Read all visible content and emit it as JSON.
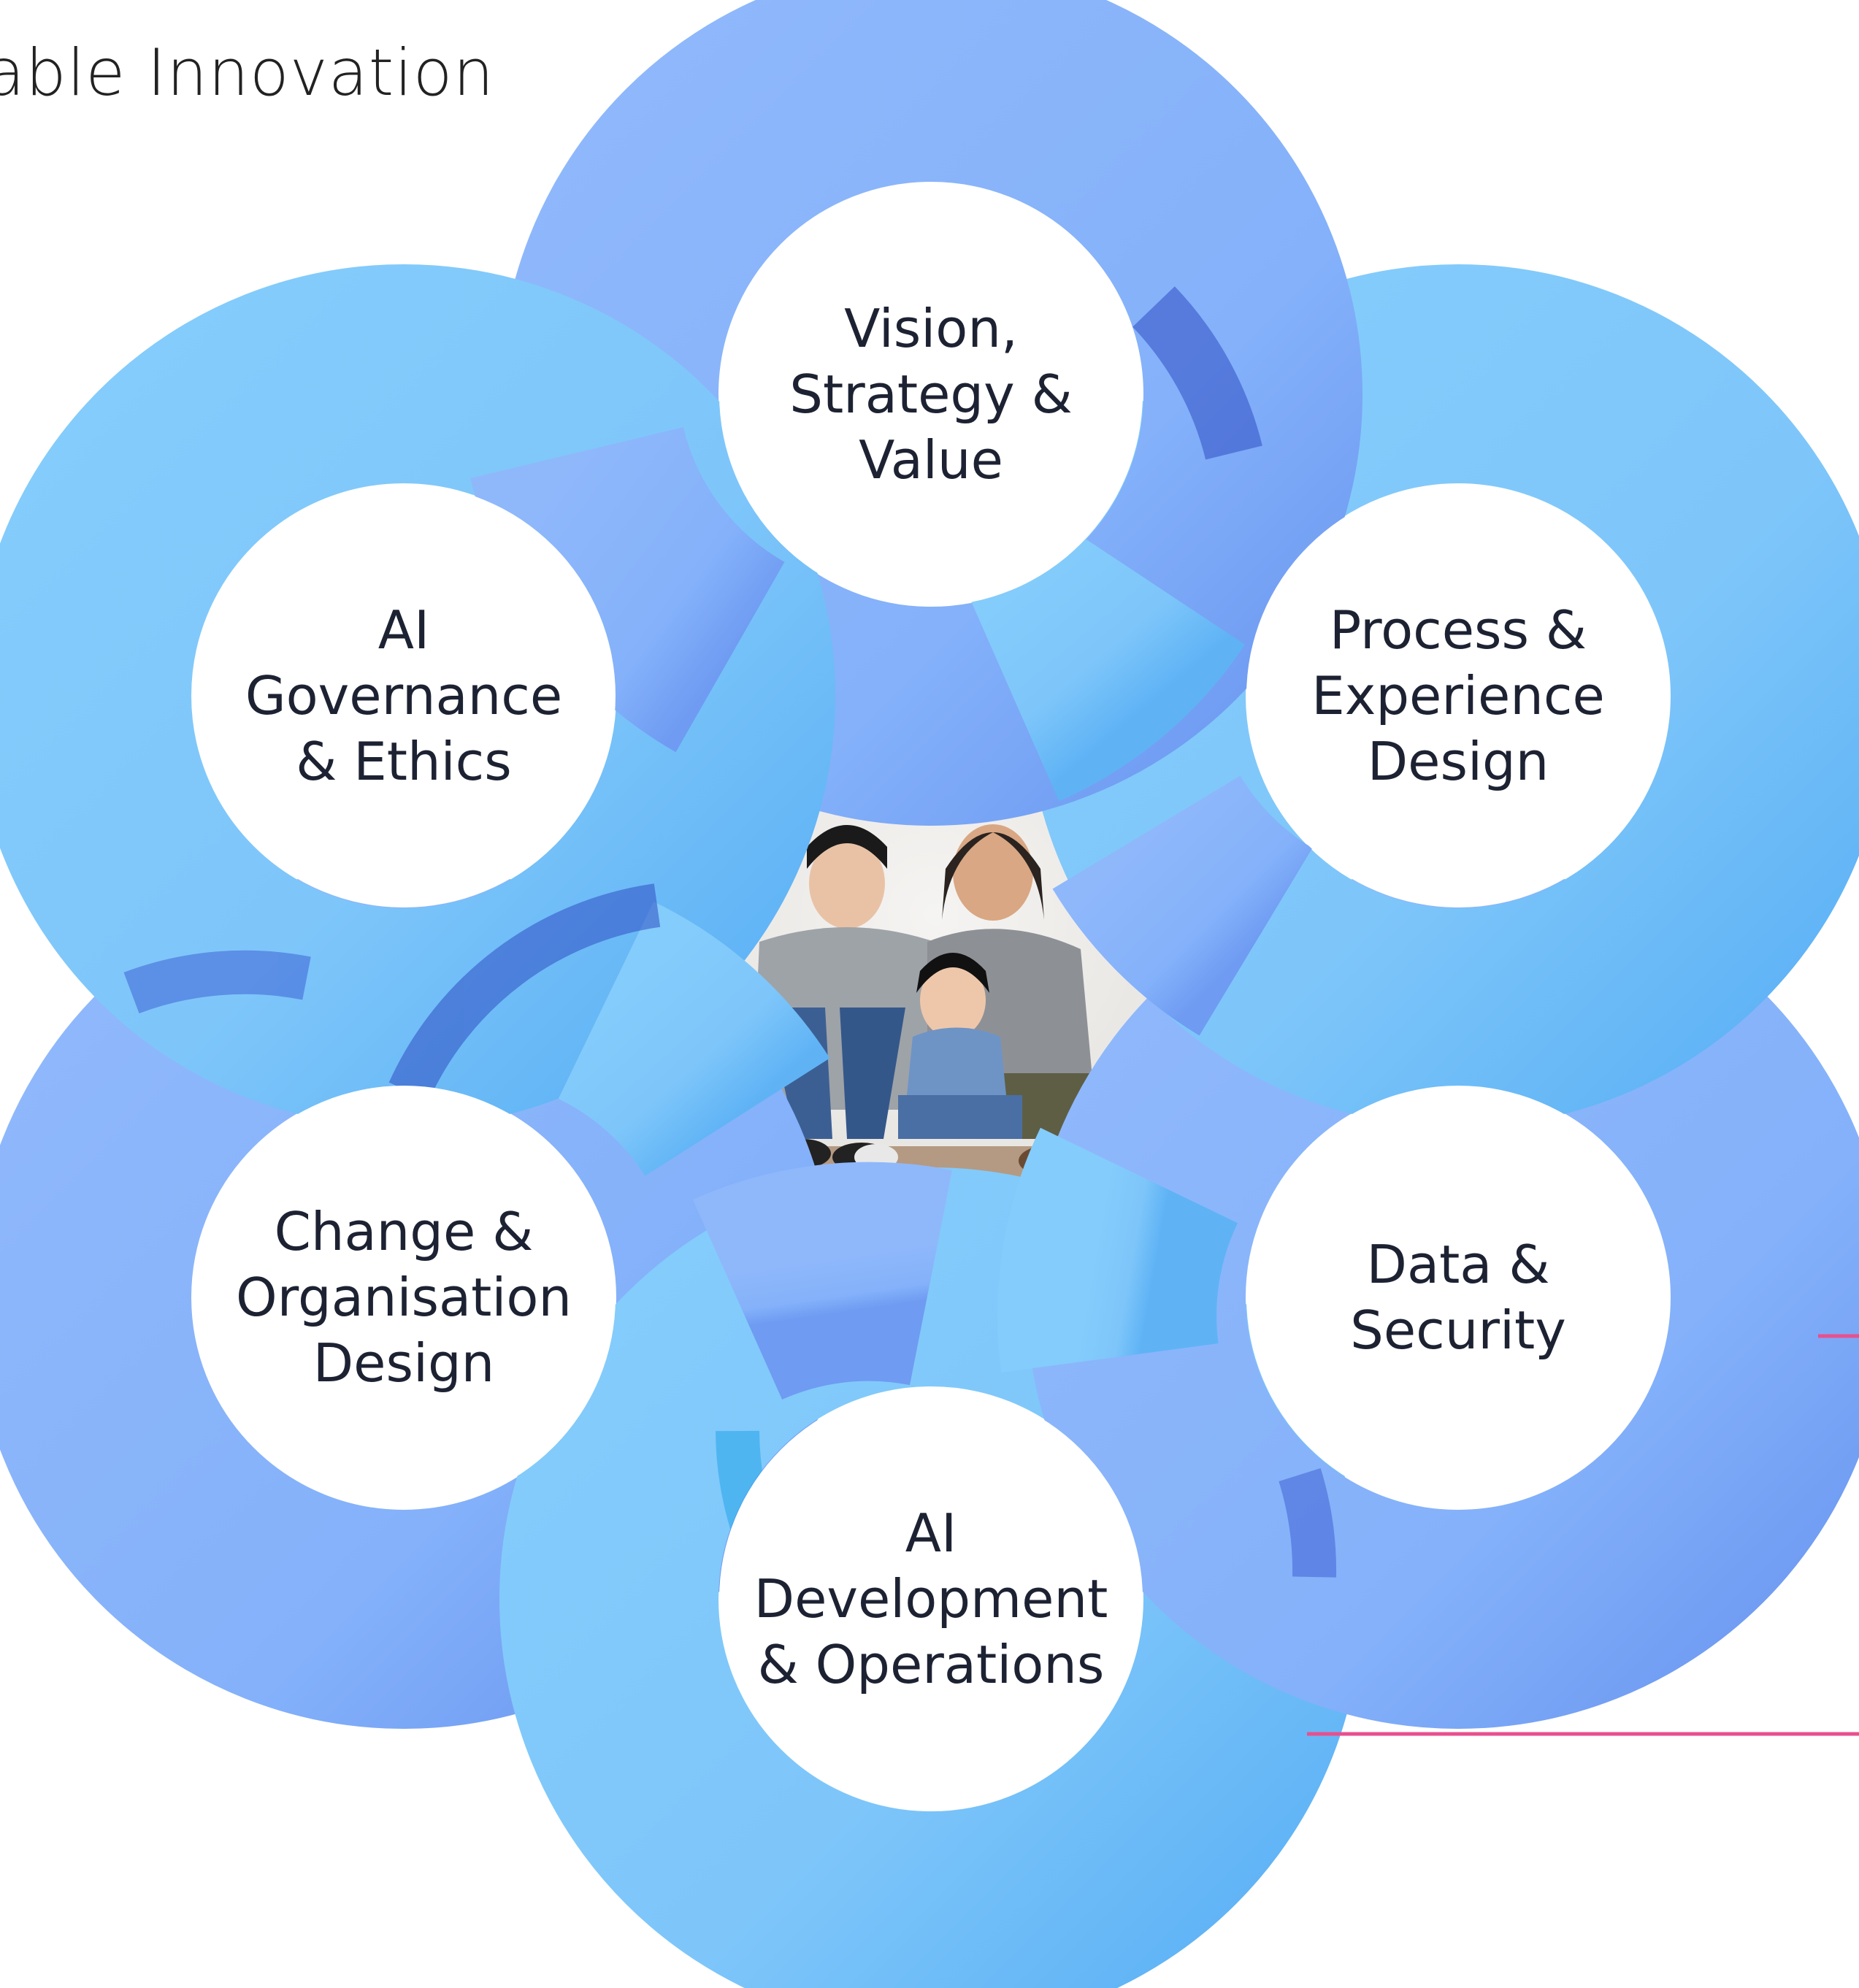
{
  "title": "able Innovation",
  "colors": {
    "ring_light": "#84ccfb",
    "ring_mid": "#84b1fa",
    "ring_dark": "#3f63d6",
    "ring_cyan": "#27a4ea",
    "accent_line": "#e8508f",
    "text": "#1d2233"
  },
  "nodes": [
    {
      "id": "vision",
      "lines": [
        "Vision,",
        "Strategy &",
        "Value"
      ]
    },
    {
      "id": "process",
      "lines": [
        "Process &",
        "Experience",
        "Design"
      ]
    },
    {
      "id": "data",
      "lines": [
        "Data &",
        "Security"
      ]
    },
    {
      "id": "aidev",
      "lines": [
        "AI",
        "Development",
        "& Operations"
      ]
    },
    {
      "id": "change",
      "lines": [
        "Change &",
        "Organisation",
        "Design"
      ]
    },
    {
      "id": "governance",
      "lines": [
        "AI",
        "Governance",
        "& Ethics"
      ]
    }
  ],
  "center_image": "family-photo"
}
